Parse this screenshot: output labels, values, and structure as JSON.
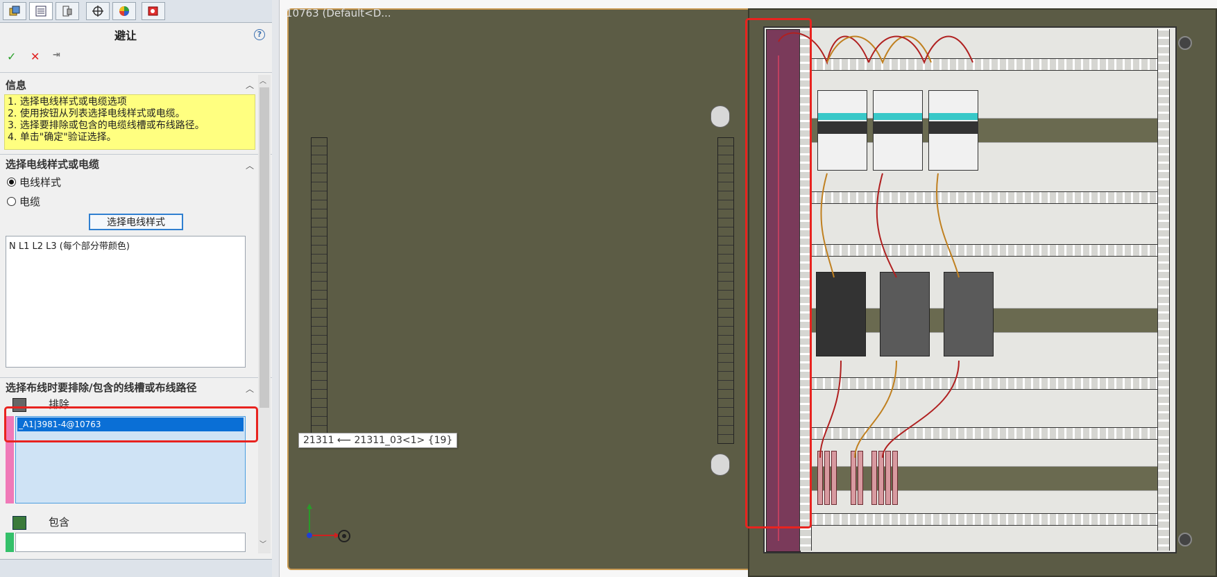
{
  "pm": {
    "title": "避让",
    "help_label": "?",
    "ok_glyph": "✓",
    "cancel_glyph": "✕",
    "pin_glyph": "⇥",
    "info": {
      "header": "信息",
      "lines": [
        "1. 选择电线样式或电缆选项",
        "2. 使用按钮从列表选择电线样式或电缆。",
        "3. 选择要排除或包含的电缆线槽或布线路径。",
        "4. 单击\"确定\"验证选择。"
      ]
    },
    "wire": {
      "header": "选择电线样式或电缆",
      "option_wire": "电线样式",
      "option_cable": "电缆",
      "select_button": "选择电线样式",
      "list_item": "N L1 L2 L3 (每个部分带颜色)"
    },
    "route": {
      "header": "选择布线时要排除/包含的线槽或布线路径",
      "exclude_label": "排除",
      "excluded_item": "_A1|3981-4@10763",
      "include_label": "包含"
    }
  },
  "graphics": {
    "door_title": "10763  (Default<D...",
    "tooltip": "21311 ⟵ 21311_03<1> {19}"
  },
  "colors": {
    "accent": "#0a6fd6",
    "highlight": "#e8231f",
    "info_bg": "#ffff80",
    "door": "#5c5c45"
  },
  "icons": [
    "part-icon",
    "feature-tree-icon",
    "config-icon",
    "origin-icon",
    "appearance-icon",
    "render-icon"
  ]
}
